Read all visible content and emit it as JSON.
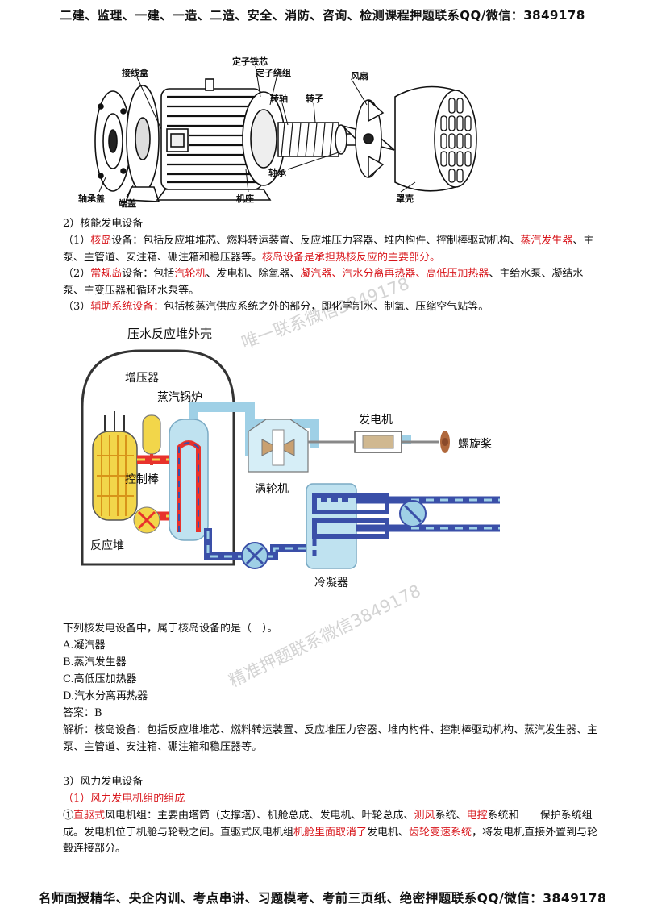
{
  "header": "二建、监理、一建、一造、二造、安全、消防、咨询、检测课程押题联系QQ/微信：3849178",
  "footer": "名师面授精华、央企内训、考点串讲、习题模考、考前三页纸、绝密押题联系QQ/微信：3849178",
  "watermarks": [
    "唯一联系微信3849178",
    "精准押题联系微信3849178"
  ],
  "motor_diagram": {
    "labels": {
      "stator_core": "定子铁芯",
      "stator_winding": "定子绕组",
      "junction_box": "接线盒",
      "fan": "风扇",
      "shaft": "转轴",
      "rotor": "转子",
      "bearing": "轴承",
      "bearing_cover": "轴承盖",
      "end_cover": "端盖",
      "frame": "机座",
      "fan_cover": "罩壳"
    }
  },
  "section2": {
    "title": "2）核能发电设备",
    "item1": {
      "prefix": "（1）",
      "red1": "核岛",
      "text1": "设备：包括反应堆堆芯、燃料转运装置、反应堆压力容器、堆内构件、控制棒驱动机构、",
      "red2": "蒸汽发生器",
      "text2": "、主泵、主管道、安注箱、硼注箱和稳压器等。",
      "red3": "核岛设备是承担热核反应的主要部分。"
    },
    "item2": {
      "prefix": "（2）",
      "red1": "常规岛",
      "text1": "设备：包括",
      "red2": "汽轮机",
      "text2": "、发电机、除氧器、",
      "red3": "凝汽器、汽水分离再热器、高低压加热器",
      "text3": "、主给水泵、凝结水泵、主变压器和循环水泵等。"
    },
    "item3": {
      "prefix": "（3）",
      "red1": "辅助系统设备：",
      "text1": "包括核蒸汽供应系统之外的部分，即化学制水、制氧、压缩空气站等。"
    }
  },
  "reactor_diagram": {
    "labels": {
      "containment": "压水反应堆外壳",
      "pressurizer": "增压器",
      "steam_generator": "蒸汽锅炉",
      "generator": "发电机",
      "propeller": "螺旋桨",
      "control_rod": "控制棒",
      "turbine": "涡轮机",
      "reactor": "反应堆",
      "condenser": "冷凝器"
    }
  },
  "question": {
    "stem": "下列核发电设备中，属于核岛设备的是（　）。",
    "options": [
      "A.凝汽器",
      "B.蒸汽发生器",
      "C.高低压加热器",
      "D.汽水分离再热器"
    ],
    "answer": "答案：B",
    "analysis": "解析：核岛设备：包括反应堆堆芯、燃料转运装置、反应堆压力容器、堆内构件、控制棒驱动机构、蒸汽发生器、主泵、主管道、安注箱、硼注箱和稳压器等。"
  },
  "section3": {
    "title": "3）风力发电设备",
    "sub1": "（1）风力发电机组的组成",
    "para": {
      "p1": "①",
      "r1": "直驱式",
      "t1": "风电机组：主要由塔筒（支撑塔）、机舱总成、发电机、叶轮总成、",
      "r2": "测风",
      "t2": "系统、",
      "r3": "电控",
      "t3": "系统和　　保护系统组成。发电机位于机舱与轮毂之间。直驱式风电机组",
      "r4": "机舱里面取消了",
      "t4": "发电机、",
      "r5": "齿轮变速系统",
      "t5": "，将发电机直接外置到与轮毂连接部分。"
    }
  },
  "colors": {
    "red": "#d8141a",
    "hot": "#e8322c",
    "cold": "#3a4fa8",
    "core": "#f2d64a",
    "water": "#bfe2f0"
  }
}
